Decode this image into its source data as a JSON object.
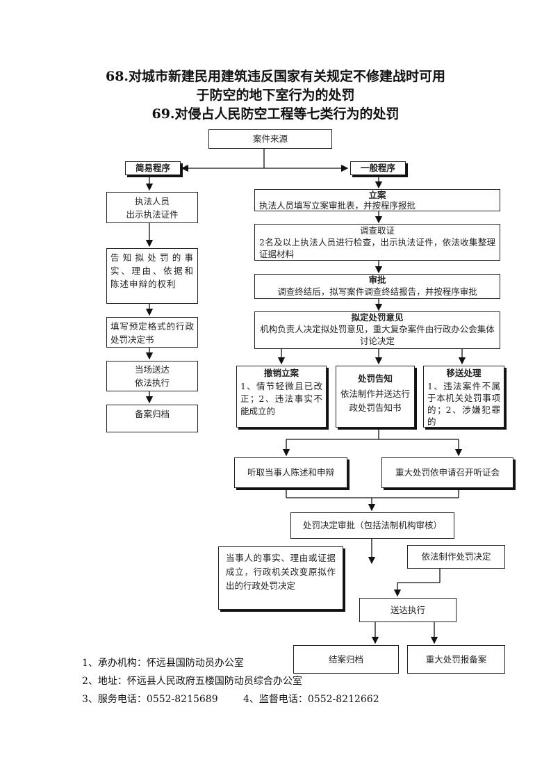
{
  "title": {
    "line1": "68.对城市新建民用建筑违反国家有关规定不修建战时可用",
    "line2": "于防空的地下室行为的处罚",
    "line3": "69.对侵占人民防空工程等七类行为的处罚"
  },
  "flow": {
    "source": "案件来源",
    "simple": {
      "label": "简易程序",
      "step1_line1": "执法人员",
      "step1_line2": "出示执法证件",
      "step2": "告知拟处罚的事实、理由、依据和陈述申辩的权利",
      "step3": "填写预定格式的行政处罚决定书",
      "step4_line1": "当场送达",
      "step4_line2": "依法执行",
      "step5": "备案归档"
    },
    "general": {
      "label": "一般程序",
      "register_title": "立案",
      "register_body": "执法人员填写立案审批表，并按程序报批",
      "investigate_title": "调查取证",
      "investigate_body": "2名及以上执法人员进行检查，出示执法证件，依法收集整理证据材料",
      "approve_title": "审批",
      "approve_body": "调查终结后，拟写案件调查终结报告，并按程序审批",
      "opinion_title": "拟定处罚意见",
      "opinion_body": "机构负责人决定拟处罚意见，重大复杂案件由行政办公会集体讨论决定",
      "revoke_title": "撤销立案",
      "revoke_body": "1、情节轻微且已改正；2、违法事实不能成立的",
      "notice_title": "处罚告知",
      "notice_body": "依法制作并送达行政处罚告知书",
      "transfer_title": "移送处理",
      "transfer_body": "1、违法案件不属于本机关处罚事项的；2、涉嫌犯罪的",
      "hearing_statement": "听取当事人陈述和申辩",
      "hearing_major": "重大处罚依申请召开听证会",
      "decision_review": "处罚决定审批（包括法制机构审核）",
      "facts_change": "当事人的事实、理由或证据成立，行政机关改变原拟作出的行政处罚决定",
      "make_decision": "依法制作处罚决定",
      "deliver": "送达执行",
      "archive": "结案归档",
      "major_report": "重大处罚报备案"
    }
  },
  "footer": {
    "agency": "1、承办机构：怀远县国防动员办公室",
    "address": "2、地址：怀远县人民政府五楼国防动员综合办公室",
    "service_phone": "3、服务电话：0552-8215689",
    "supervise_phone": "4、监督电话：0552-8212662"
  }
}
